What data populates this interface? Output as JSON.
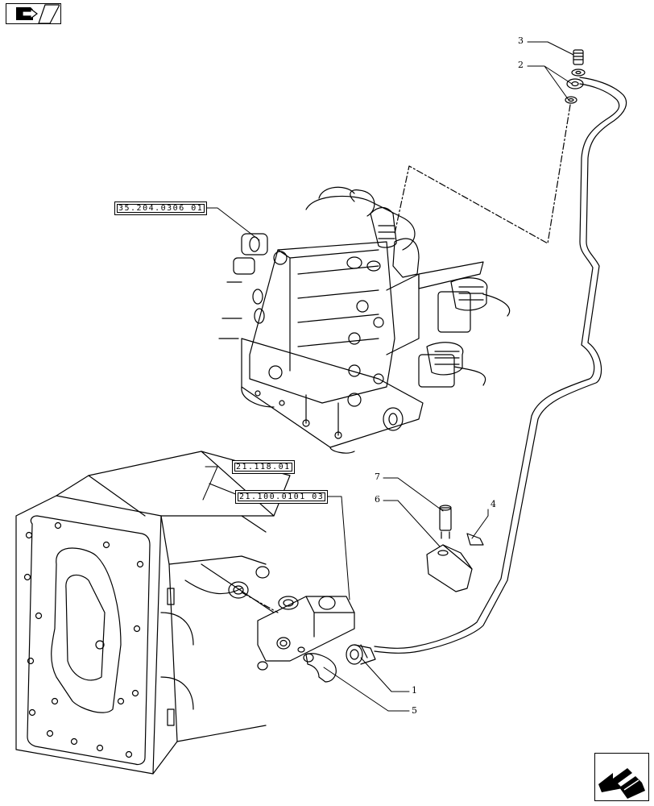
{
  "navigation": {
    "prev_icon": "folder-back-arrow-icon",
    "next_icon": "forward-arrow-icon"
  },
  "references": [
    {
      "id": "ref-35",
      "text": "35.204.0306 01"
    },
    {
      "id": "ref-21-118",
      "text": "21.118.01"
    },
    {
      "id": "ref-21-100",
      "text": "21.100.0101 03"
    }
  ],
  "callouts": [
    {
      "id": "3",
      "text": "3"
    },
    {
      "id": "2",
      "text": "2"
    },
    {
      "id": "7",
      "text": "7"
    },
    {
      "id": "6",
      "text": "6"
    },
    {
      "id": "4",
      "text": "4"
    },
    {
      "id": "1",
      "text": "1"
    },
    {
      "id": "5",
      "text": "5"
    }
  ]
}
